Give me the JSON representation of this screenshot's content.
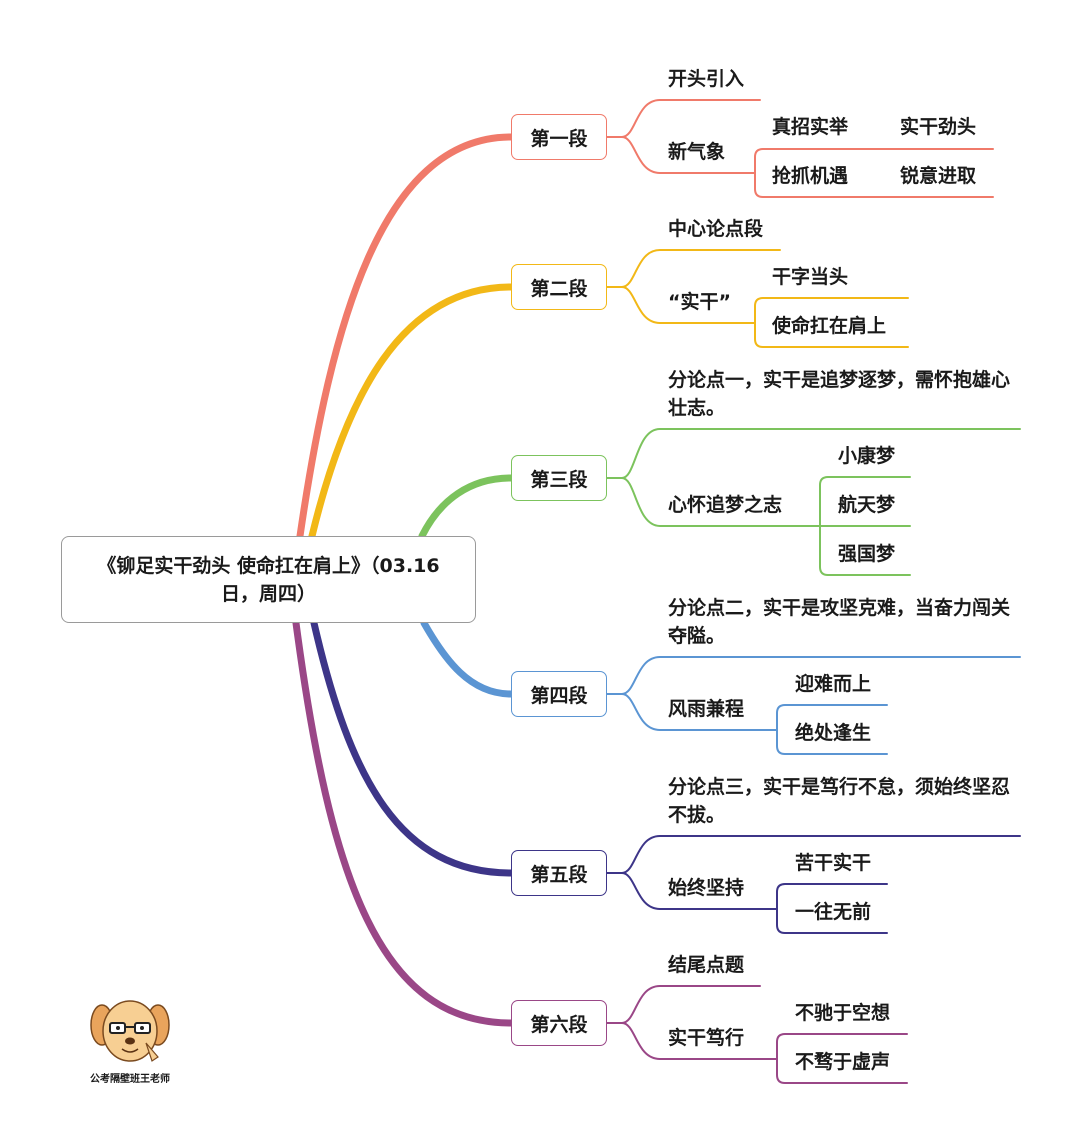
{
  "root": {
    "title": "《铆足实干劲头 使命扛在肩上》（03.16日，周四）"
  },
  "colors": {
    "s1": "#f07a6a",
    "s2": "#f2b817",
    "s3": "#7cc35d",
    "s4": "#5b95d3",
    "s5": "#3d3588",
    "s6": "#9a4787"
  },
  "sections": [
    {
      "label": "第一段",
      "a": "开头引入",
      "b": "新气象",
      "leaves": [
        "真招实举",
        "实干劲头",
        "抢抓机遇",
        "锐意进取"
      ]
    },
    {
      "label": "第二段",
      "a": "中心论点段",
      "b": "“实干”",
      "leaves": [
        "干字当头",
        "使命扛在肩上"
      ]
    },
    {
      "label": "第三段",
      "a": "分论点一，实干是追梦逐梦，需怀抱雄心壮志。",
      "b": "心怀追梦之志",
      "leaves": [
        "小康梦",
        "航天梦",
        "强国梦"
      ]
    },
    {
      "label": "第四段",
      "a": "分论点二，实干是攻坚克难，当奋力闯关夺隘。",
      "b": "风雨兼程",
      "leaves": [
        "迎难而上",
        "绝处逢生"
      ]
    },
    {
      "label": "第五段",
      "a": "分论点三，实干是笃行不怠，须始终坚忍不拔。",
      "b": "始终坚持",
      "leaves": [
        "苦干实干",
        "一往无前"
      ]
    },
    {
      "label": "第六段",
      "a": "结尾点题",
      "b": "实干笃行",
      "leaves": [
        "不驰于空想",
        "不骛于虚声"
      ]
    }
  ],
  "watermark": {
    "caption": "公考隔壁班王老师"
  }
}
